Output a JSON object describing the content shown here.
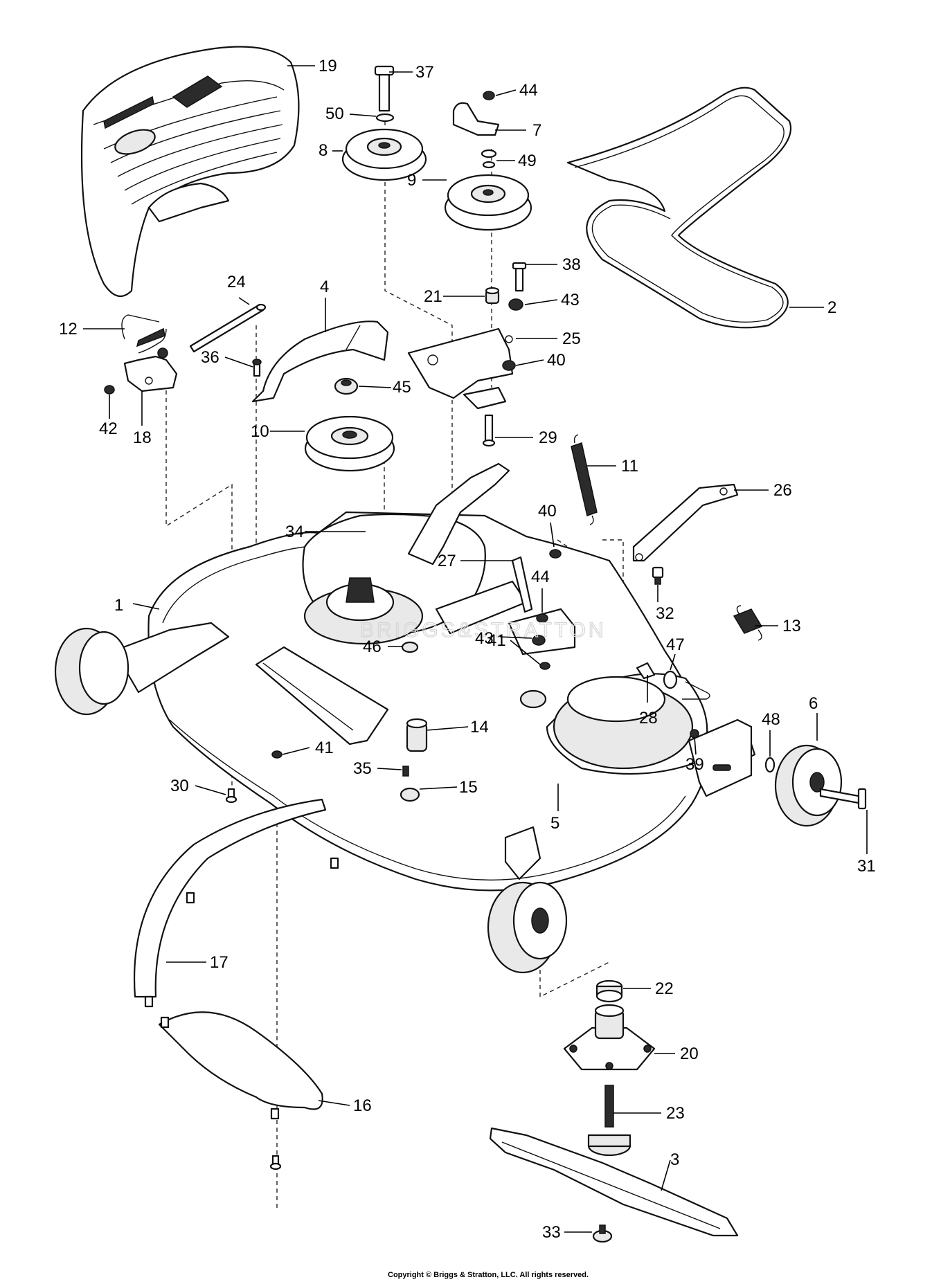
{
  "watermark": "BRIGGS&STRATTON",
  "copyright": "Copyright © Briggs & Stratton, LLC. All rights reserved.",
  "parts": [
    {
      "num": "1"
    },
    {
      "num": "2"
    },
    {
      "num": "3"
    },
    {
      "num": "4"
    },
    {
      "num": "5"
    },
    {
      "num": "6"
    },
    {
      "num": "7"
    },
    {
      "num": "8"
    },
    {
      "num": "9"
    },
    {
      "num": "10"
    },
    {
      "num": "11"
    },
    {
      "num": "12"
    },
    {
      "num": "13"
    },
    {
      "num": "14"
    },
    {
      "num": "15"
    },
    {
      "num": "16"
    },
    {
      "num": "17"
    },
    {
      "num": "18"
    },
    {
      "num": "19"
    },
    {
      "num": "20"
    },
    {
      "num": "21"
    },
    {
      "num": "22"
    },
    {
      "num": "23"
    },
    {
      "num": "24"
    },
    {
      "num": "25"
    },
    {
      "num": "26"
    },
    {
      "num": "27"
    },
    {
      "num": "28"
    },
    {
      "num": "29"
    },
    {
      "num": "30"
    },
    {
      "num": "31"
    },
    {
      "num": "32"
    },
    {
      "num": "33"
    },
    {
      "num": "34"
    },
    {
      "num": "35"
    },
    {
      "num": "36"
    },
    {
      "num": "37"
    },
    {
      "num": "38"
    },
    {
      "num": "39"
    },
    {
      "num": "40"
    },
    {
      "num": "40"
    },
    {
      "num": "41"
    },
    {
      "num": "41"
    },
    {
      "num": "42"
    },
    {
      "num": "43"
    },
    {
      "num": "43"
    },
    {
      "num": "44"
    },
    {
      "num": "44"
    },
    {
      "num": "45"
    },
    {
      "num": "46"
    },
    {
      "num": "47"
    },
    {
      "num": "48"
    },
    {
      "num": "49"
    },
    {
      "num": "50"
    }
  ]
}
